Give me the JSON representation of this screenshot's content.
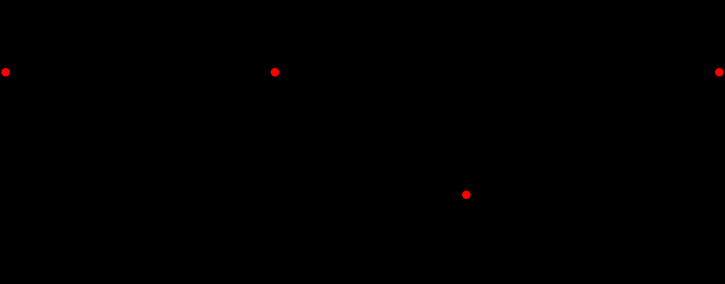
{
  "diagram": {
    "background": "#000000",
    "wire_color": "#000000",
    "marker_color": "#ff0000",
    "markers": [
      {
        "id": "left-terminal"
      },
      {
        "id": "generator-bus"
      },
      {
        "id": "neutral-point"
      },
      {
        "id": "right-terminal"
      }
    ],
    "icons": [
      "generator-ellipse",
      "ct-circle",
      "inductor-coil",
      "ac-source",
      "fault-lightning",
      "ground-symbol",
      "current-arrow"
    ]
  }
}
